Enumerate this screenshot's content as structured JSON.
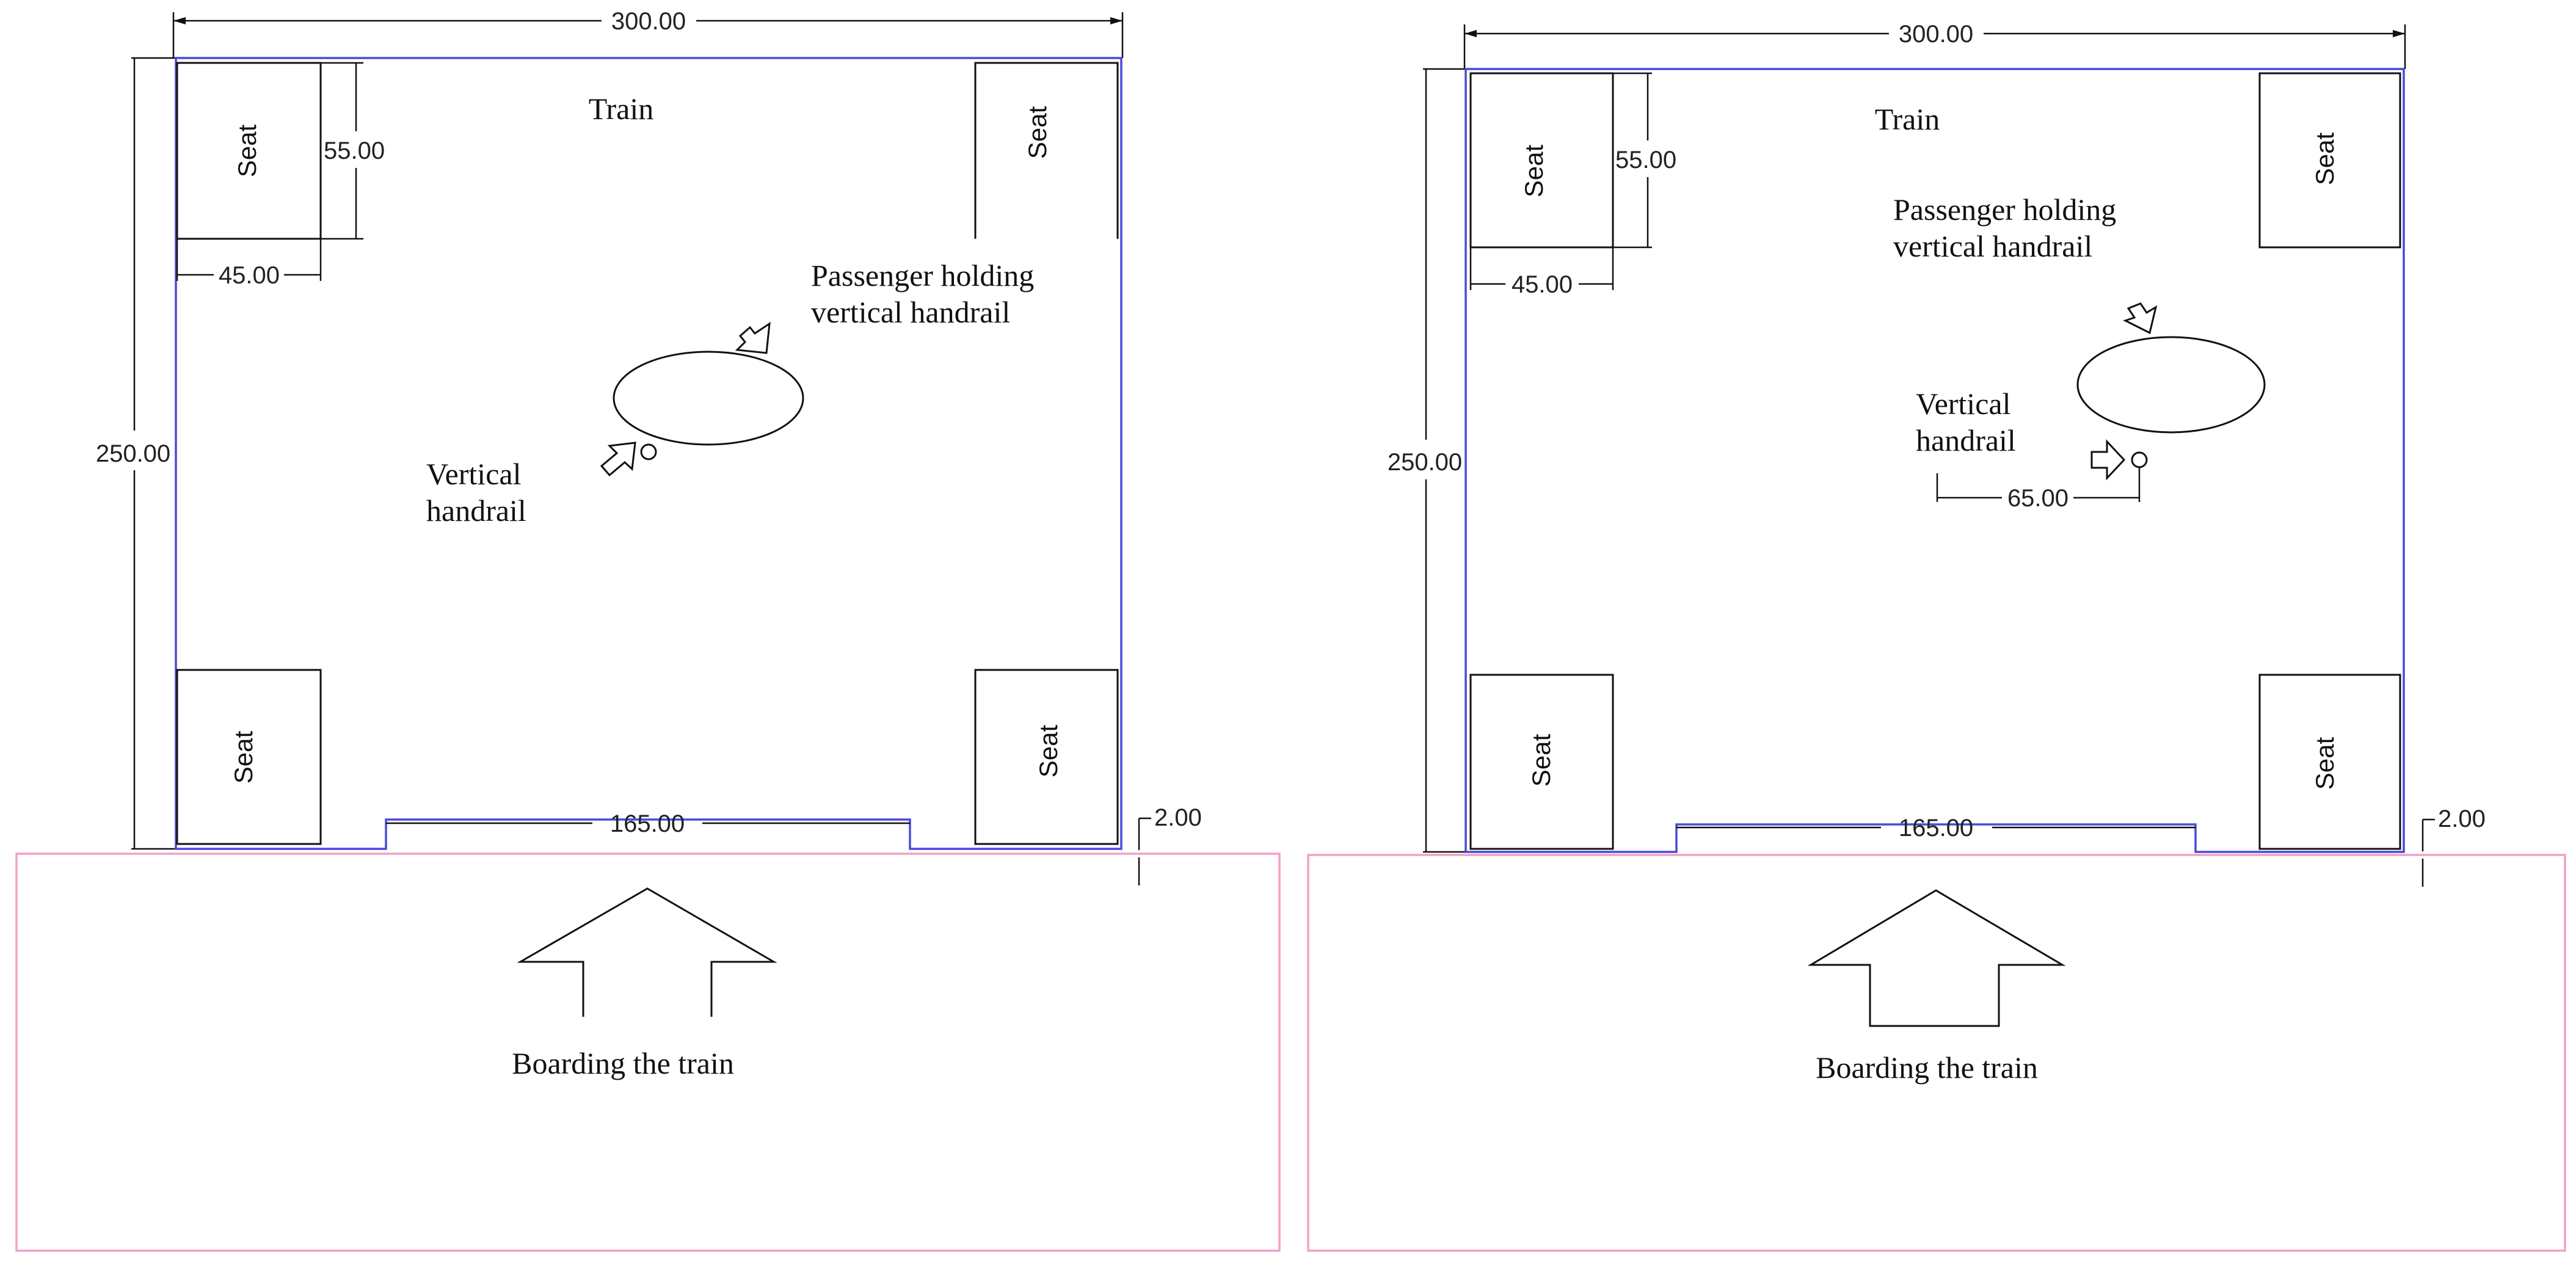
{
  "colors": {
    "train_outline": "#4a4ad8",
    "platform_outline": "#f2a0c8",
    "lines": "#111111"
  },
  "panel_a": {
    "train_label": "Train",
    "seat_labels": [
      "Seat",
      "Seat",
      "Seat",
      "Seat"
    ],
    "dims": {
      "width": "300.00",
      "height": "250.00",
      "seat_depth": "55.00",
      "seat_width": "45.00",
      "door": "165.00",
      "gap": "2.00"
    },
    "passenger_label": [
      "Passenger holding",
      "vertical handrail"
    ],
    "handrail_label": [
      "Vertical",
      "handrail"
    ],
    "boarding_label": "Boarding the train"
  },
  "panel_b": {
    "train_label": "Train",
    "seat_labels": [
      "Seat",
      "Seat",
      "Seat",
      "Seat"
    ],
    "dims": {
      "width": "300.00",
      "height": "250.00",
      "seat_depth": "55.00",
      "seat_width": "45.00",
      "door": "165.00",
      "gap": "2.00",
      "handrail_offset": "65.00"
    },
    "passenger_label": [
      "Passenger holding",
      "vertical handrail"
    ],
    "handrail_label": [
      "Vertical",
      "handrail"
    ],
    "boarding_label": "Boarding the train"
  }
}
